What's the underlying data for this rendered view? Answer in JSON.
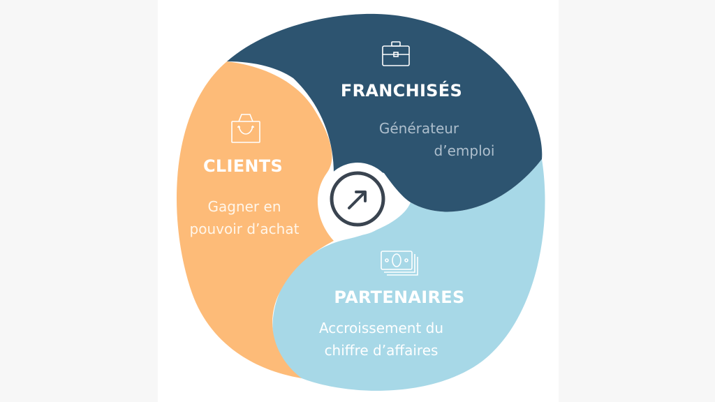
{
  "colors": {
    "franchises": "#2d5470",
    "clients": "#fdbb78",
    "partenaires": "#a7d8e7",
    "center_ring": "#3a4450",
    "background": "#f7f7f7",
    "panel": "#ffffff"
  },
  "center": {
    "icon": "arrow-up-right-icon"
  },
  "segments": {
    "franchises": {
      "icon": "briefcase-icon",
      "title": "FRANCHISÉS",
      "desc_line1": "Générateur",
      "desc_line2": "d’emploi"
    },
    "clients": {
      "icon": "shopping-bag-icon",
      "title": "CLIENTS",
      "desc_line1": "Gagner en",
      "desc_line2": "pouvoir d’achat"
    },
    "partenaires": {
      "icon": "banknotes-icon",
      "title": "PARTENAIRES",
      "desc_line1": "Accroissement du",
      "desc_line2": "chiffre d’affaires"
    }
  }
}
